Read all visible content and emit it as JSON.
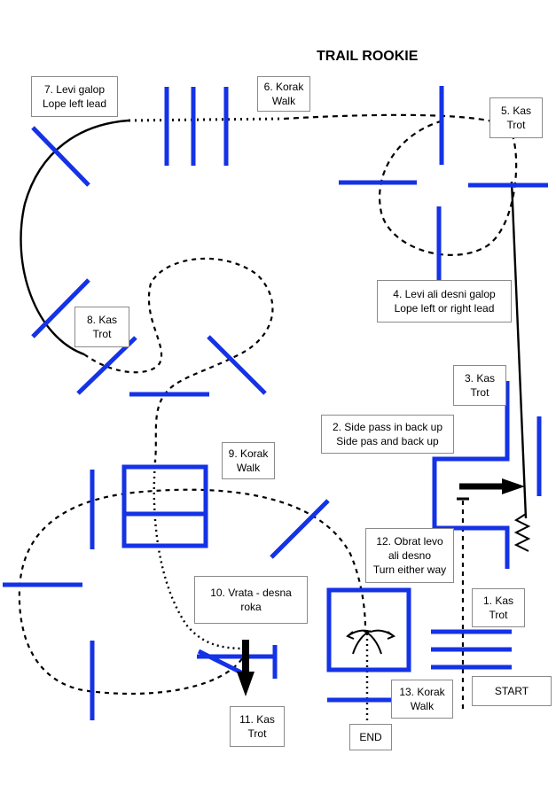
{
  "title": "TRAIL ROOKIE",
  "colors": {
    "obstacle": "#1432e6",
    "path": "#000000",
    "label_border": "#8a8a8a"
  },
  "labels": {
    "l1": {
      "line1": "1. Kas",
      "line2": "Trot"
    },
    "l2": {
      "line1": "2. Side pass in back up",
      "line2": "Side pas and back up"
    },
    "l3": {
      "line1": "3. Kas",
      "line2": "Trot"
    },
    "l4": {
      "line1": "4. Levi ali desni galop",
      "line2": "Lope left or right lead"
    },
    "l5": {
      "line1": "5. Kas",
      "line2": "Trot"
    },
    "l6": {
      "line1": "6. Korak",
      "line2": "Walk"
    },
    "l7": {
      "line1": "7. Levi galop",
      "line2": "Lope left lead"
    },
    "l8": {
      "line1": "8. Kas",
      "line2": "Trot"
    },
    "l9": {
      "line1": "9. Korak",
      "line2": "Walk"
    },
    "l10": {
      "line1": "10. Vrata - desna",
      "line2": "roka"
    },
    "l11": {
      "line1": "11. Kas",
      "line2": "Trot"
    },
    "l12": {
      "line1": "12. Obrat levo",
      "line2": "ali desno",
      "line3": "Turn either way"
    },
    "l13": {
      "line1": "13. Korak",
      "line2": "Walk"
    },
    "start": "START",
    "end": "END"
  }
}
